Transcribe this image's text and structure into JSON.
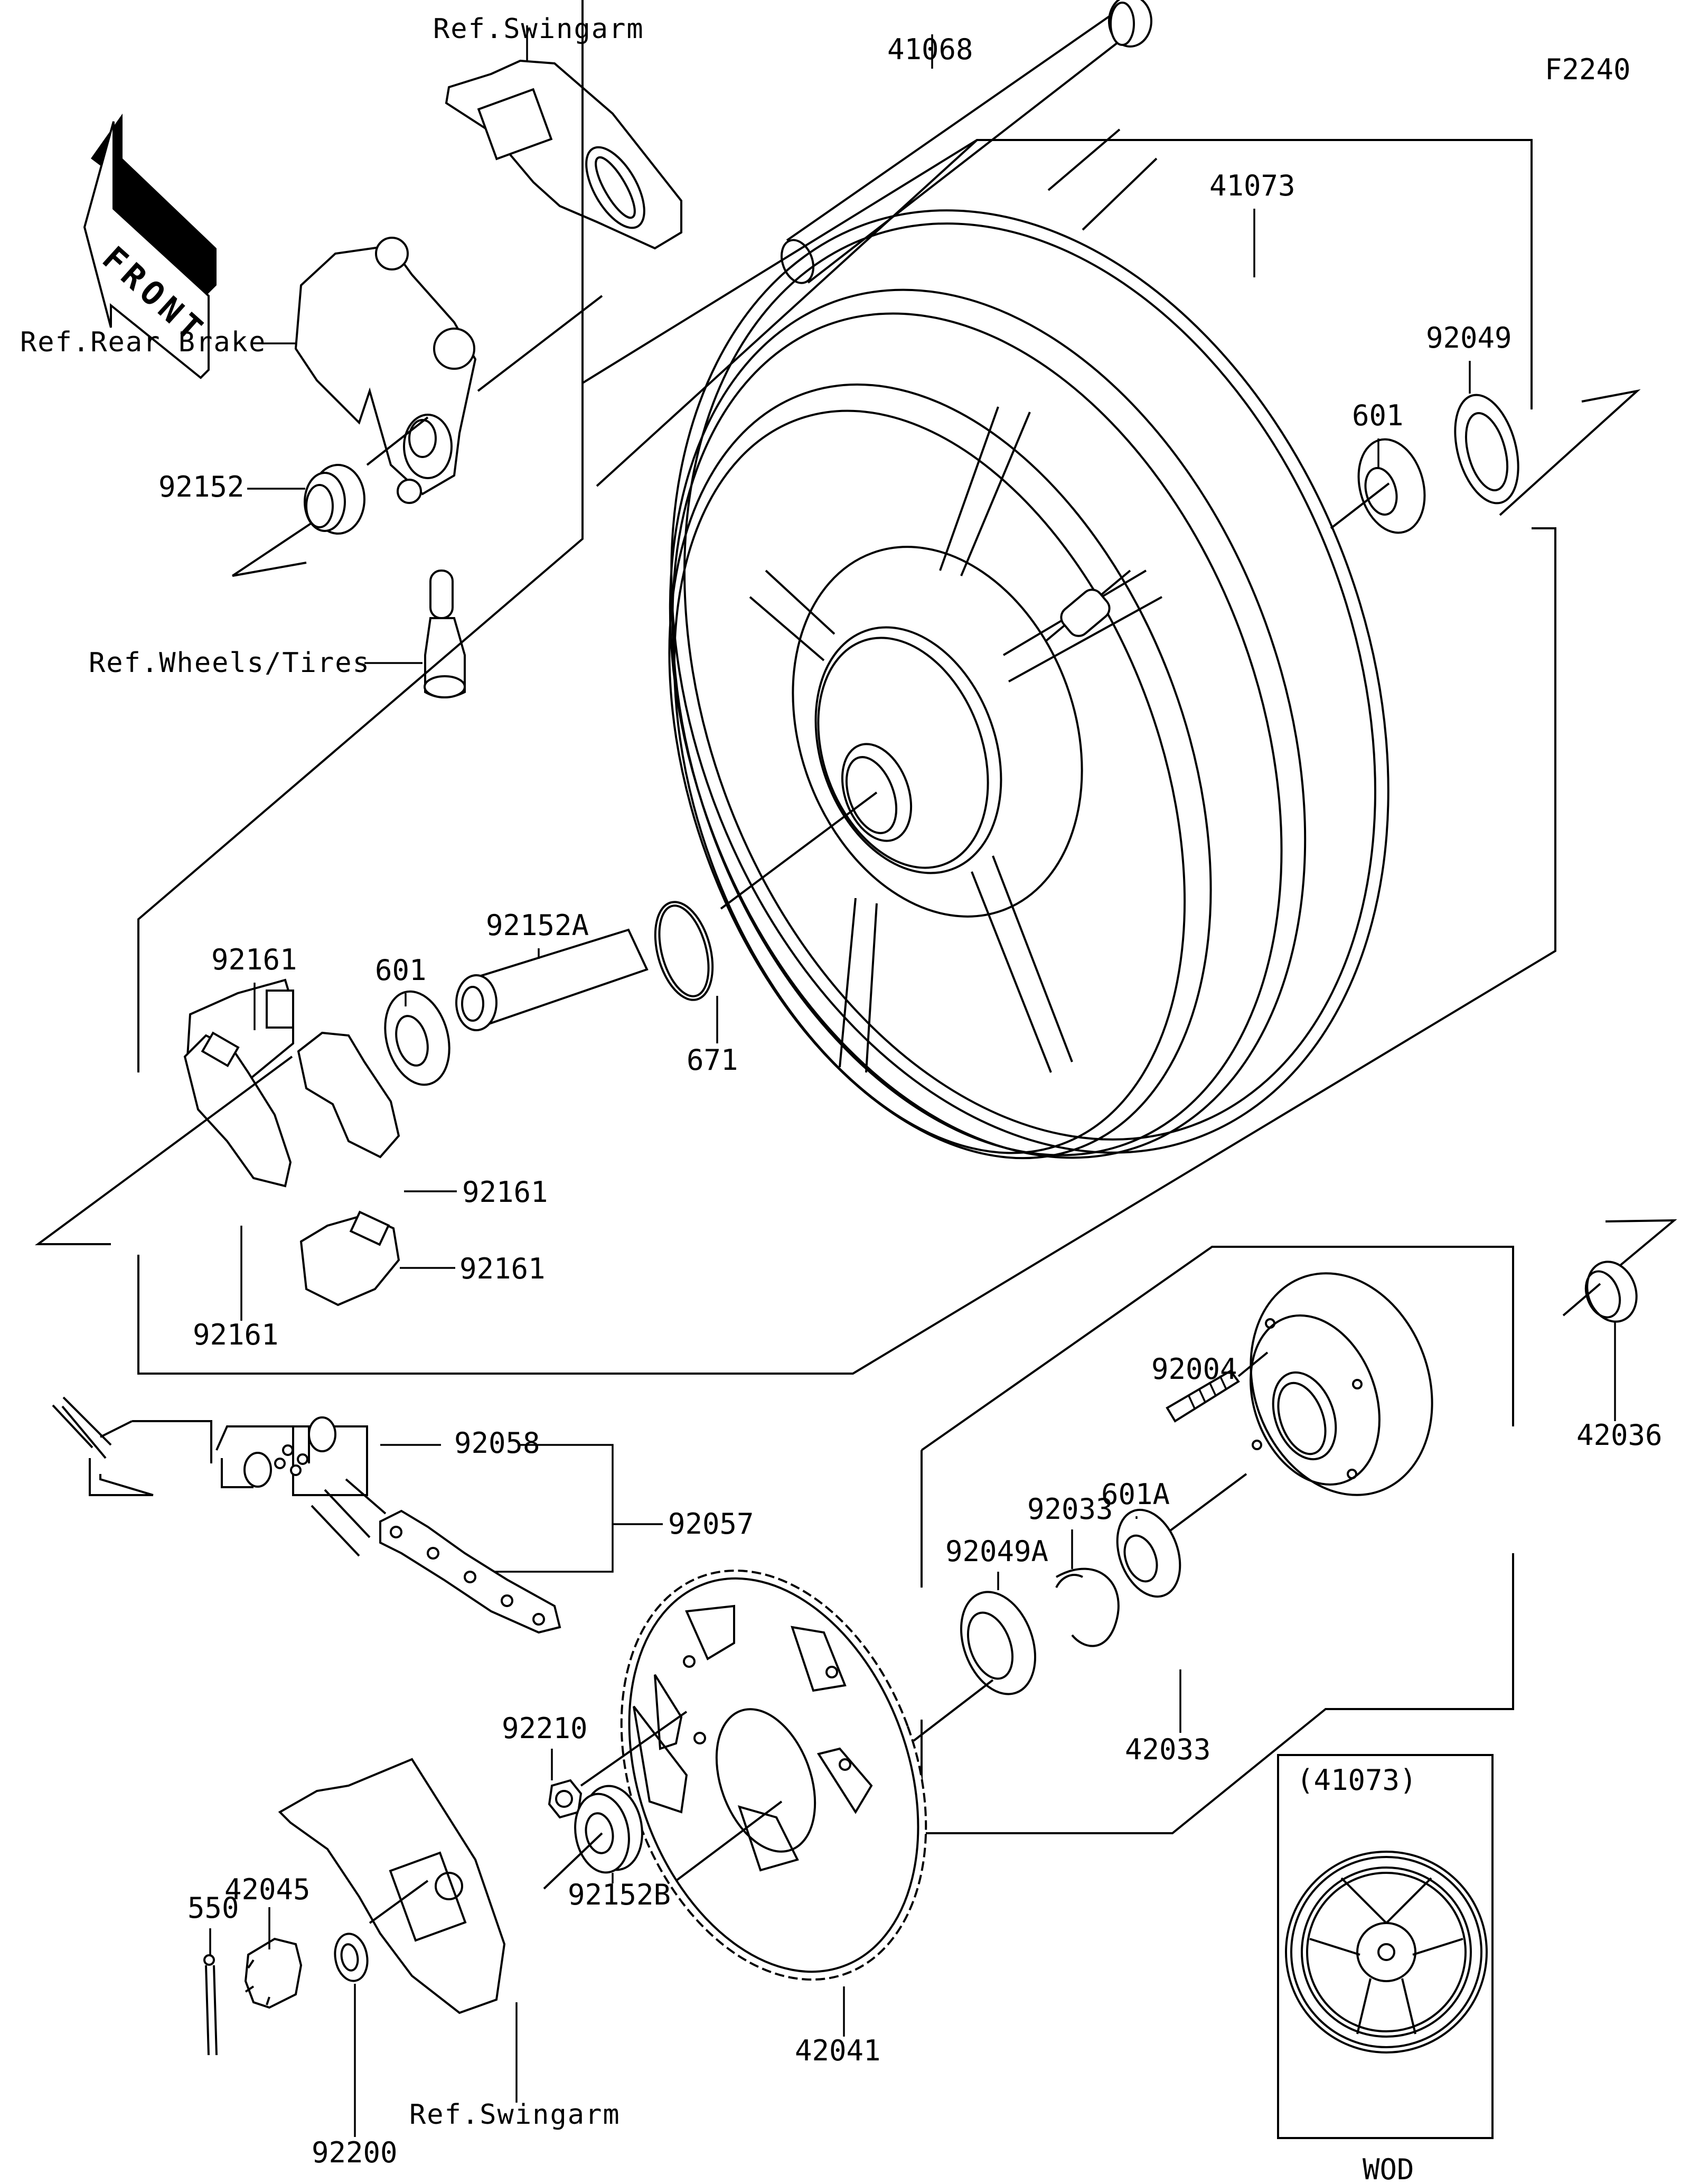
{
  "diagram": {
    "figure_code": "F2240",
    "front_arrow_label": "FRONT",
    "inset": {
      "title": "(41073)",
      "caption": "WOD"
    },
    "references": {
      "swingarm_top": "Ref.Swingarm",
      "rear_brake": "Ref.Rear Brake",
      "wheels_tires": "Ref.Wheels/Tires",
      "swingarm_bottom": "Ref.Swingarm"
    },
    "parts": {
      "axle": "41068",
      "wheel_assy": "41073",
      "oil_seal_right": "92049",
      "bearing_right": "601",
      "collar_left": "92152",
      "damper_top_left": "92161",
      "bearing_left": "601",
      "collar_a": "92152A",
      "o_ring": "671",
      "damper_right": "92161",
      "damper_right_lower": "92161",
      "damper_bottom": "92161",
      "stud": "92004",
      "collar_hub": "42036",
      "chain_joint": "92058",
      "circlip": "92033",
      "bearing_a": "601A",
      "chain": "92057",
      "oil_seal_a": "92049A",
      "coupling": "42033",
      "nut": "92210",
      "axle_nut": "42045",
      "cotter_pin": "550",
      "collar_b": "92152B",
      "sprocket": "42041",
      "washer": "92200"
    }
  }
}
